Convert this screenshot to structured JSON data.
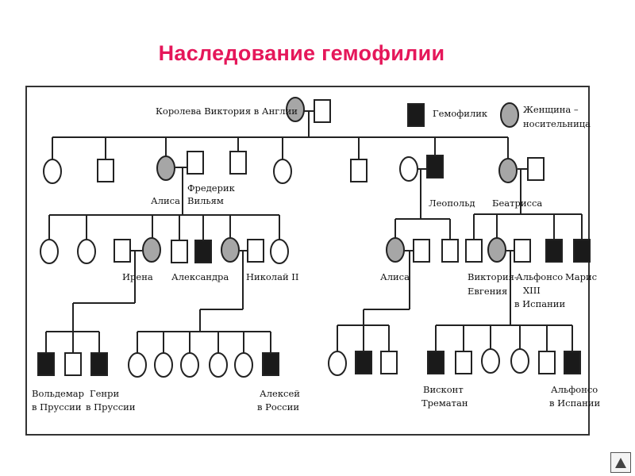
{
  "title": "Наследование гемофилии",
  "legend": {
    "hemophiliac": "Гемофилик",
    "carrier_line1": "Женщина –",
    "carrier_line2": "носительница"
  },
  "labels": {
    "victoria": "Королева Виктория в Англии",
    "alice": "Алиса",
    "frederick_1": "Фредерик",
    "frederick_2": "Вильям",
    "leopold": "Леопольд",
    "beatrice": "Беатрисса",
    "irene": "Ирена",
    "alexandra": "Александра",
    "nicholas": "Николай II",
    "alice2": "Алиса",
    "victoria_eugenie_1": "Виктория-",
    "victoria_eugenie_2": "Евгения",
    "alfonso13_1": "Альфонсо",
    "alfonso13_2": "XIII",
    "alfonso13_3": "в Испании",
    "maris": "Марис",
    "waldemar_1": "Вольдемар",
    "waldemar_2": "в Пруссии",
    "henry_1": "Генри",
    "henry_2": "в Пруссии",
    "alexei_1": "Алексей",
    "alexei_2": "в России",
    "viscount_1": "Висконт",
    "viscount_2": "Трематан",
    "alfonso_1": "Альфонсо",
    "alfonso_2": "в Испании"
  },
  "colors": {
    "title": "#e5175a",
    "carrier_fill": "#a6a6a6",
    "affected_fill": "#1a1a1a"
  },
  "nav": {
    "icon": "back-arrow-icon"
  }
}
